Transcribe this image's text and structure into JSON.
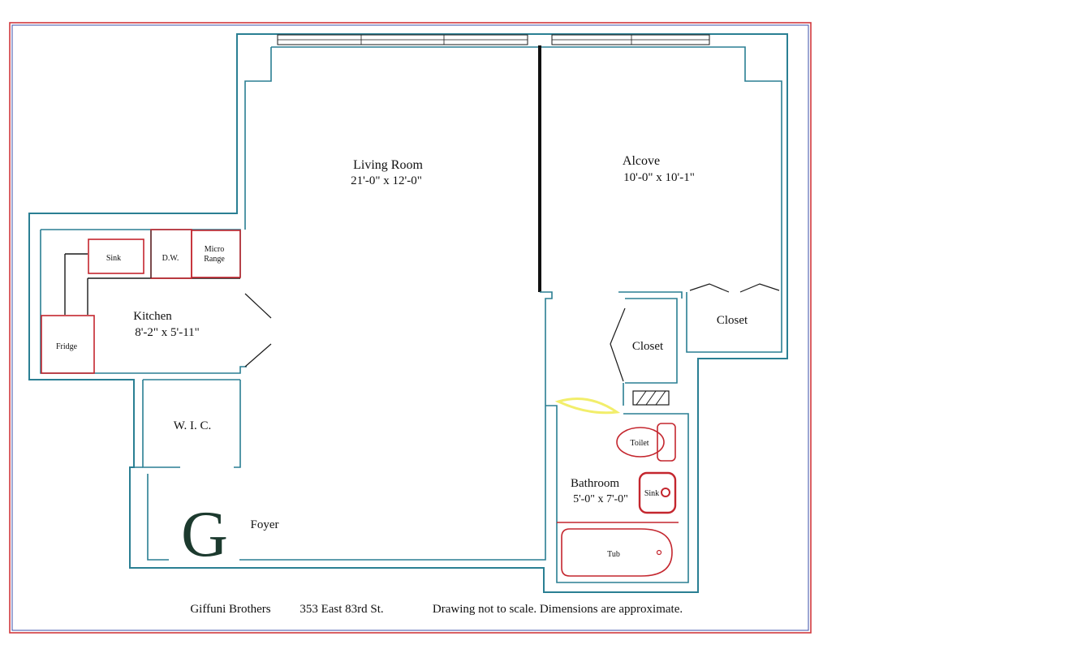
{
  "rooms": {
    "living_room": {
      "name": "Living Room",
      "dims": "21'-0\" x 12'-0\""
    },
    "alcove": {
      "name": "Alcove",
      "dims": "10'-0\" x 10'-1\""
    },
    "kitchen": {
      "name": "Kitchen",
      "dims": "8'-2\" x 5'-11\""
    },
    "bathroom": {
      "name": "Bathroom",
      "dims": "5'-0\" x 7'-0\""
    },
    "wic": {
      "name": "W. I. C."
    },
    "foyer": {
      "name": "Foyer"
    },
    "closet_left": {
      "name": "Closet"
    },
    "closet_right": {
      "name": "Closet"
    }
  },
  "fixtures": {
    "kitchen_sink": "Sink",
    "dishwasher": "D.W.",
    "micro_line1": "Micro",
    "micro_line2": "Range",
    "fridge": "Fridge",
    "toilet": "Toilet",
    "bath_sink": "Sink",
    "tub": "Tub"
  },
  "logo": {
    "letter": "G"
  },
  "footer": {
    "company": "Giffuni Brothers",
    "address": "353 East 83rd St.",
    "disclaimer": "Drawing not to scale. Dimensions are approximate."
  },
  "colors": {
    "wall": "#2a7f93",
    "fixture": "#c4262e",
    "frame_outer": "#d1383d",
    "frame_inner": "#3b4fa8",
    "highlight": "#f2ee6b"
  }
}
